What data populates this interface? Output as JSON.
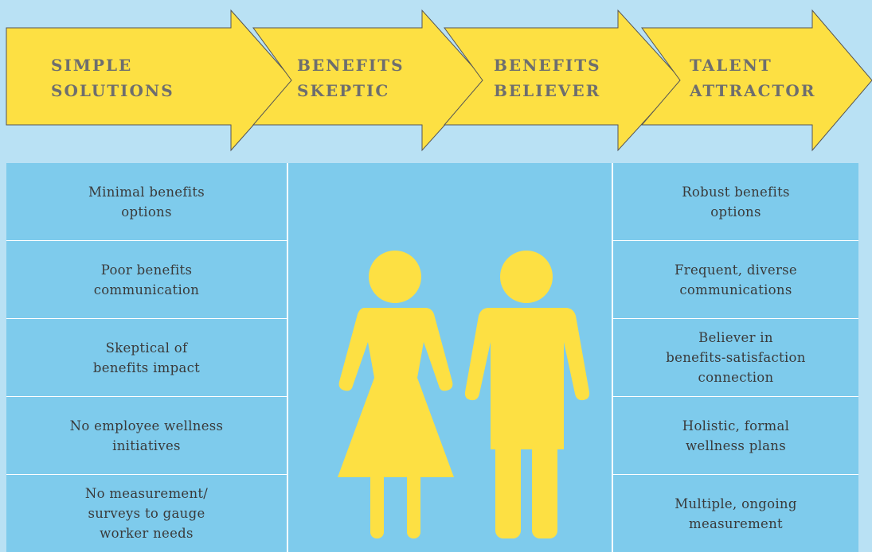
{
  "colors": {
    "background": "#b9e1f4",
    "arrow_fill": "#fde043",
    "arrow_stroke": "#555555",
    "panel": "#7ecbec",
    "figure": "#fde043",
    "label_text": "#6e6e6e",
    "cell_text": "#3a3a3a"
  },
  "stages": [
    {
      "line1": "SIMPLE",
      "line2": "SOLUTIONS"
    },
    {
      "line1": "BENEFITS",
      "line2": "SKEPTIC"
    },
    {
      "line1": "BENEFITS",
      "line2": "BELIEVER"
    },
    {
      "line1": "TALENT",
      "line2": "ATTRACTOR"
    }
  ],
  "left_column": [
    "Minimal benefits\noptions",
    "Poor benefits\ncommunication",
    "Skeptical of\nbenefits impact",
    "No employee wellness\ninitiatives",
    "No measurement/\nsurveys to gauge\nworker needs"
  ],
  "right_column": [
    "Robust benefits\noptions",
    "Frequent, diverse\ncommunications",
    "Believer in\nbenefits-satisfaction\nconnection",
    "Holistic, formal\nwellness plans",
    "Multiple, ongoing\nmeasurement"
  ],
  "figures": {
    "woman_icon": "woman-figure",
    "man_icon": "man-figure"
  }
}
